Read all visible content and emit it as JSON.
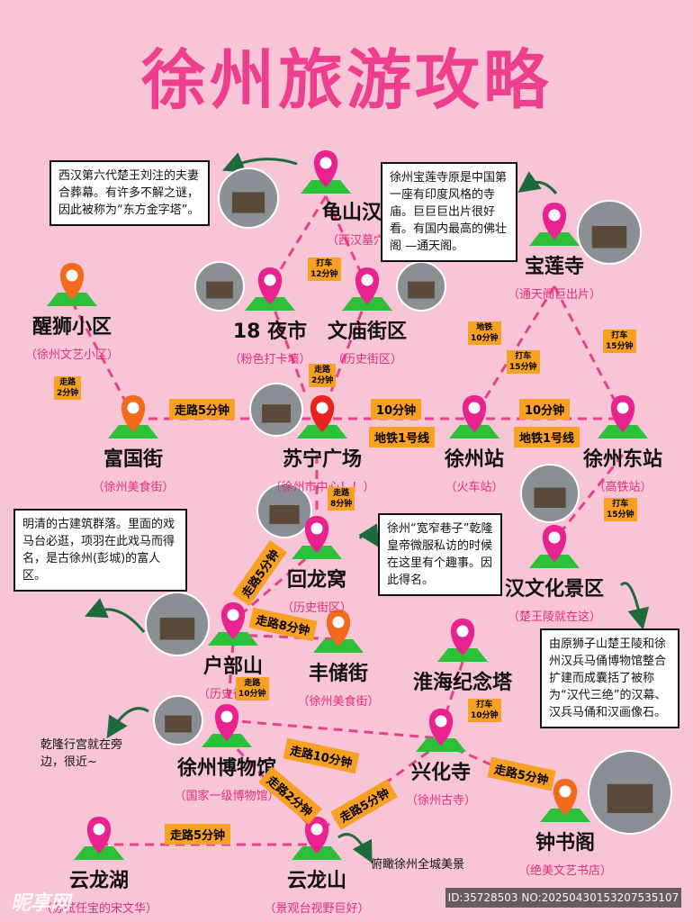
{
  "title": "徐州旅游攻略",
  "colors": {
    "background": "#f7c5d6",
    "title": "#ee3f8e",
    "pin_magenta": "#e8238f",
    "pin_orange": "#f26a1b",
    "pin_red": "#e8231f",
    "route_label": "#f7a022",
    "dashed_line": "#e8408a",
    "subtitle": "#e0307a"
  },
  "places": [
    {
      "id": "guishan",
      "name": "龟山汉墓",
      "sub": "（西汉墓穴）",
      "pin": "magenta"
    },
    {
      "id": "ye",
      "name": "18 夜市",
      "sub": "（粉色打卡墙）",
      "pin": "magenta"
    },
    {
      "id": "wenmiao",
      "name": "文庙街区",
      "sub": "（历史街区）",
      "pin": "magenta"
    },
    {
      "id": "xingshi",
      "name": "醒狮小区",
      "sub": "（徐州文艺小区）",
      "pin": "orange"
    },
    {
      "id": "baolian",
      "name": "宝莲寺",
      "sub": "（通天阁巨出片）",
      "pin": "magenta"
    },
    {
      "id": "fuguo",
      "name": "富国街",
      "sub": "（徐州美食街）",
      "pin": "orange"
    },
    {
      "id": "suning",
      "name": "苏宁广场",
      "sub": "（徐州市中心！！）",
      "pin": "red"
    },
    {
      "id": "xuzhouzhan",
      "name": "徐州站",
      "sub": "（火车站）",
      "pin": "magenta"
    },
    {
      "id": "dongzhan",
      "name": "徐州东站",
      "sub": "（高铁站）",
      "pin": "magenta"
    },
    {
      "id": "huilong",
      "name": "回龙窝",
      "sub": "（历史街区）",
      "pin": "magenta"
    },
    {
      "id": "hanwenhua",
      "name": "汉文化景区",
      "sub": "（楚王陵就在这）",
      "pin": "magenta"
    },
    {
      "id": "hubu",
      "name": "户部山",
      "sub": "（历史街区）",
      "pin": "magenta"
    },
    {
      "id": "fengchu",
      "name": "丰储街",
      "sub": "（徐州美食街）",
      "pin": "orange"
    },
    {
      "id": "huaihai",
      "name": "淮海纪念塔",
      "sub": "",
      "pin": "magenta"
    },
    {
      "id": "museum",
      "name": "徐州博物馆",
      "sub": "（国家一级博物馆）",
      "pin": "magenta"
    },
    {
      "id": "xinghua",
      "name": "兴化寺",
      "sub": "（徐州古寺）",
      "pin": "magenta"
    },
    {
      "id": "zhongshu",
      "name": "钟书阁",
      "sub": "（绝美文艺书店）",
      "pin": "orange"
    },
    {
      "id": "yunlonghu",
      "name": "云龙湖",
      "sub": "（苏轼任宝的宋文华）",
      "pin": "magenta"
    },
    {
      "id": "yunlongshan",
      "name": "云龙山",
      "sub": "（景观台视野巨好）",
      "pin": "magenta"
    }
  ],
  "routes": [
    {
      "id": "r1",
      "text": "打车\n12分钟"
    },
    {
      "id": "r2",
      "text": "走路\n2分钟"
    },
    {
      "id": "r3",
      "text": "走路\n2分钟"
    },
    {
      "id": "r4",
      "text": "走路5分钟"
    },
    {
      "id": "r5",
      "text": "10分钟"
    },
    {
      "id": "r6",
      "text": "地铁1号线"
    },
    {
      "id": "r7",
      "text": "10分钟"
    },
    {
      "id": "r8",
      "text": "地铁1号线"
    },
    {
      "id": "r9",
      "text": "地铁\n10分钟"
    },
    {
      "id": "r10",
      "text": "打车\n15分钟"
    },
    {
      "id": "r11",
      "text": "打车\n15分钟"
    },
    {
      "id": "r12",
      "text": "走路\n8分钟"
    },
    {
      "id": "r13",
      "text": "打车\n15分钟"
    },
    {
      "id": "r14",
      "text": "走路5分钟"
    },
    {
      "id": "r15",
      "text": "走路8分钟"
    },
    {
      "id": "r16",
      "text": "走路\n10分钟"
    },
    {
      "id": "r17",
      "text": "打车\n10分钟"
    },
    {
      "id": "r18",
      "text": "走路10分钟"
    },
    {
      "id": "r19",
      "text": "走路5分钟"
    },
    {
      "id": "r20",
      "text": "走路2分钟"
    },
    {
      "id": "r21",
      "text": "走路5分钟"
    },
    {
      "id": "r22",
      "text": "走路5分钟"
    }
  ],
  "notes": {
    "guishan": "西汉第六代楚王刘注的夫妻合葬幕。有许多不解之谜，因此被称为“东方金字塔”。",
    "baolian": "徐州宝莲寺原是中国第一座有印度风格的寺庙。巨巨巨出片很好看。有国内最高的佛壮阁 —通天阁。",
    "hubu": "明清的古建筑群落。里面的戏马台必逛，项羽在此戏马而得名，是古徐州(彭城)的富人区。",
    "huilong": "徐州“宽窄巷子”乾隆皇帝微服私访的时候在这里有个趣事。因此得名。",
    "hanwenhua": "由原狮子山楚王陵和徐州汉兵马俑博物馆整合扩建而成囊括了被称为“汉代三绝”的汉幕、汉兵马俑和汉画像石。",
    "museum": "乾隆行宫就在旁边，很近~",
    "yunlongshan": "俯瞰徐州全城美景"
  },
  "footer": {
    "left": "昵享网",
    "right": "ID:35728503 NO:20250430153207535107"
  }
}
